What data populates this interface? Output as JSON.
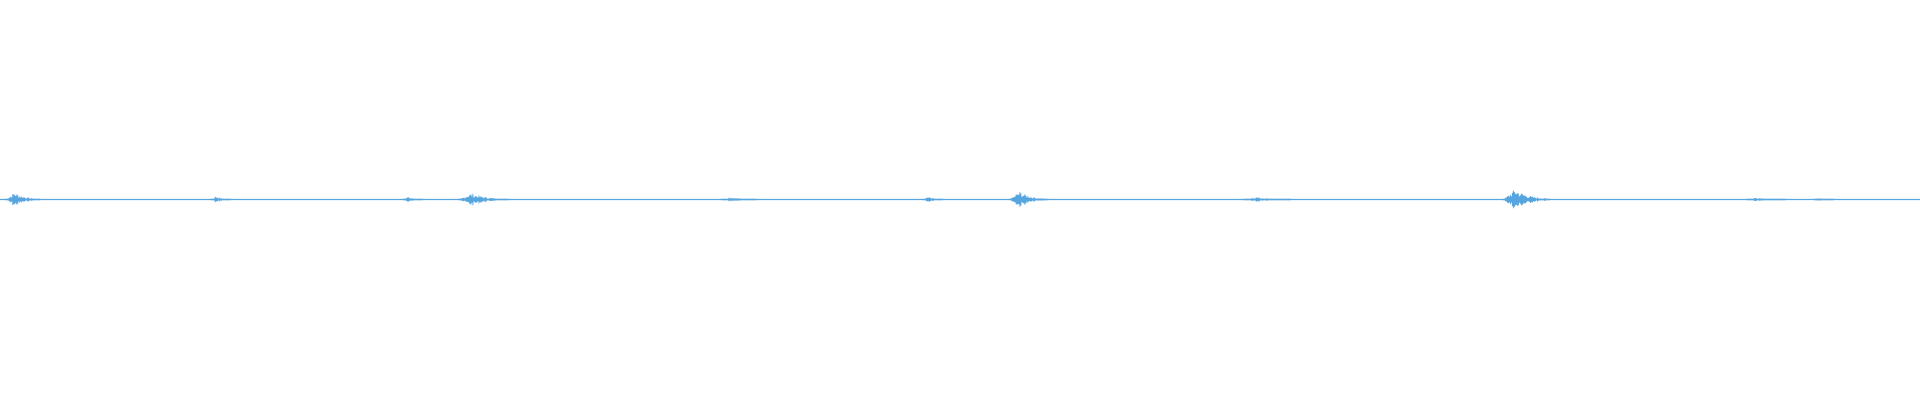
{
  "waveform": {
    "color": "#56a5de",
    "bursts": [
      {
        "time": 0.012,
        "amplitude": 0.16,
        "width": 0.018
      },
      {
        "time": 0.115,
        "amplitude": 0.08,
        "width": 0.01
      },
      {
        "time": 0.215,
        "amplitude": 0.06,
        "width": 0.01
      },
      {
        "time": 0.252,
        "amplitude": 0.14,
        "width": 0.026
      },
      {
        "time": 0.385,
        "amplitude": 0.06,
        "width": 0.018
      },
      {
        "time": 0.486,
        "amplitude": 0.06,
        "width": 0.01
      },
      {
        "time": 0.536,
        "amplitude": 0.18,
        "width": 0.02
      },
      {
        "time": 0.66,
        "amplitude": 0.06,
        "width": 0.024
      },
      {
        "time": 0.795,
        "amplitude": 0.23,
        "width": 0.024
      },
      {
        "time": 0.92,
        "amplitude": 0.05,
        "width": 0.02
      },
      {
        "time": 0.95,
        "amplitude": 0.05,
        "width": 0.01
      }
    ]
  }
}
